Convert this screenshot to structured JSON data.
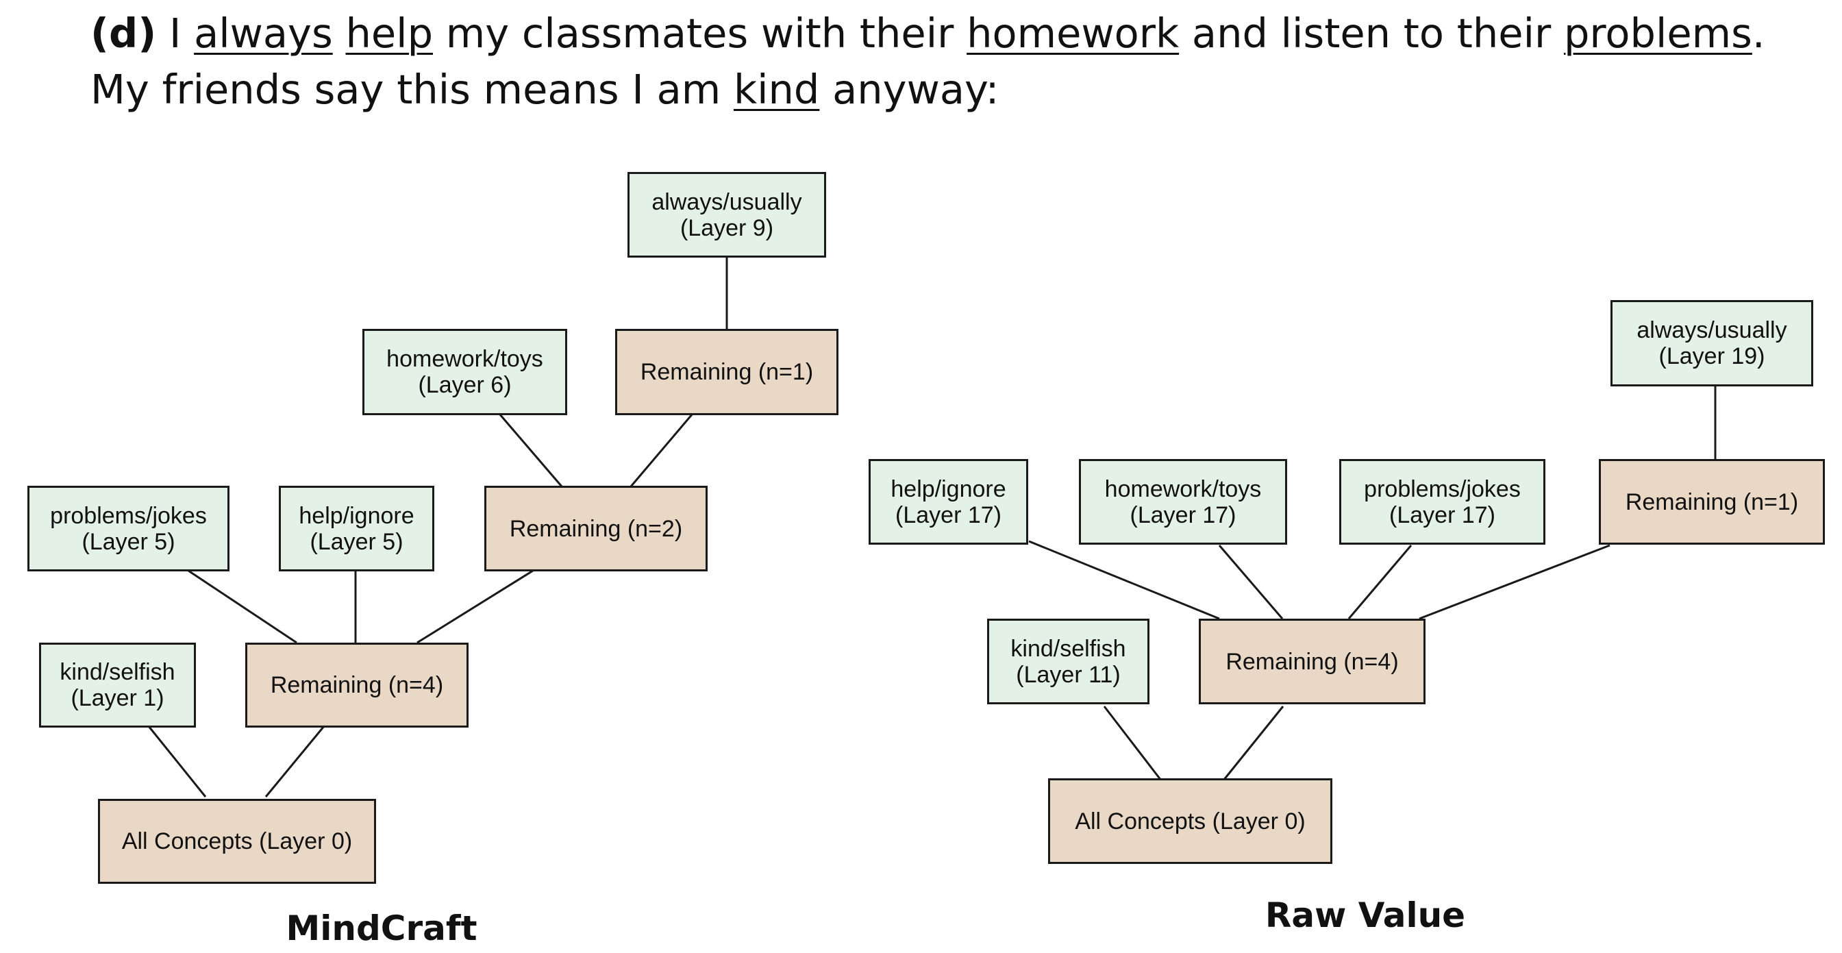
{
  "caption": {
    "label": "(d)",
    "w1": "I ",
    "u1": "always",
    "w2": " ",
    "u2": "help",
    "w3": " my classmates with their ",
    "u3": "homework",
    "w4": " and listen to their ",
    "u4": "problems",
    "w5": ". My friends say this means I am ",
    "u5": "kind",
    "w6": " anyway:"
  },
  "mindcraft": {
    "title": "MindCraft",
    "root": "All Concepts (Layer 0)",
    "kind": {
      "name": "kind/selfish",
      "layer": "(Layer 1)"
    },
    "rem4": "Remaining (n=4)",
    "problems": {
      "name": "problems/jokes",
      "layer": "(Layer 5)"
    },
    "help": {
      "name": "help/ignore",
      "layer": "(Layer 5)"
    },
    "rem2": "Remaining (n=2)",
    "homework": {
      "name": "homework/toys",
      "layer": "(Layer 6)"
    },
    "rem1": "Remaining (n=1)",
    "always": {
      "name": "always/usually",
      "layer": "(Layer 9)"
    }
  },
  "rawvalue": {
    "title": "Raw Value",
    "root": "All Concepts (Layer 0)",
    "kind": {
      "name": "kind/selfish",
      "layer": "(Layer 11)"
    },
    "rem4": "Remaining (n=4)",
    "help": {
      "name": "help/ignore",
      "layer": "(Layer 17)"
    },
    "homework": {
      "name": "homework/toys",
      "layer": "(Layer 17)"
    },
    "problems": {
      "name": "problems/jokes",
      "layer": "(Layer 17)"
    },
    "rem1": "Remaining (n=1)",
    "always": {
      "name": "always/usually",
      "layer": "(Layer 19)"
    }
  },
  "colors": {
    "concept_fill": "#e4f1e6",
    "remaining_fill": "#e9d8c6",
    "border": "#1a1a1a"
  }
}
